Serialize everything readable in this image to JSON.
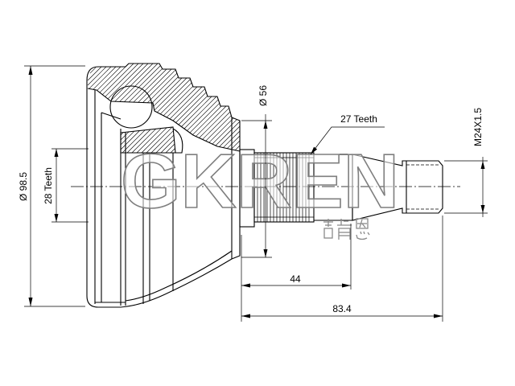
{
  "drawing": {
    "dimensions": {
      "outer_diameter": "Ø 98.5",
      "inner_teeth": "28 Teeth",
      "seat_diameter": "Ø 56",
      "outer_teeth": "27 Teeth",
      "thread": "M24X1.5",
      "shaft_length": "44",
      "total_length": "83.4"
    },
    "watermark": {
      "brand": "GKREN",
      "chinese": "吉肯恩"
    }
  },
  "colors": {
    "line": "#000000",
    "watermark": "#7f7f7f",
    "background": "#ffffff"
  }
}
